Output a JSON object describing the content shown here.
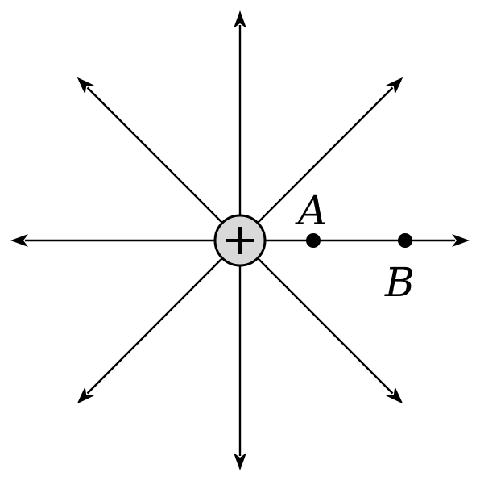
{
  "diagram": {
    "charge": {
      "sign": "+",
      "fill_color": "#d9d9d9"
    },
    "field_line_count": 8,
    "points": [
      {
        "id": "A",
        "label": "A"
      },
      {
        "id": "B",
        "label": "B"
      }
    ],
    "line_color": "#000000"
  }
}
